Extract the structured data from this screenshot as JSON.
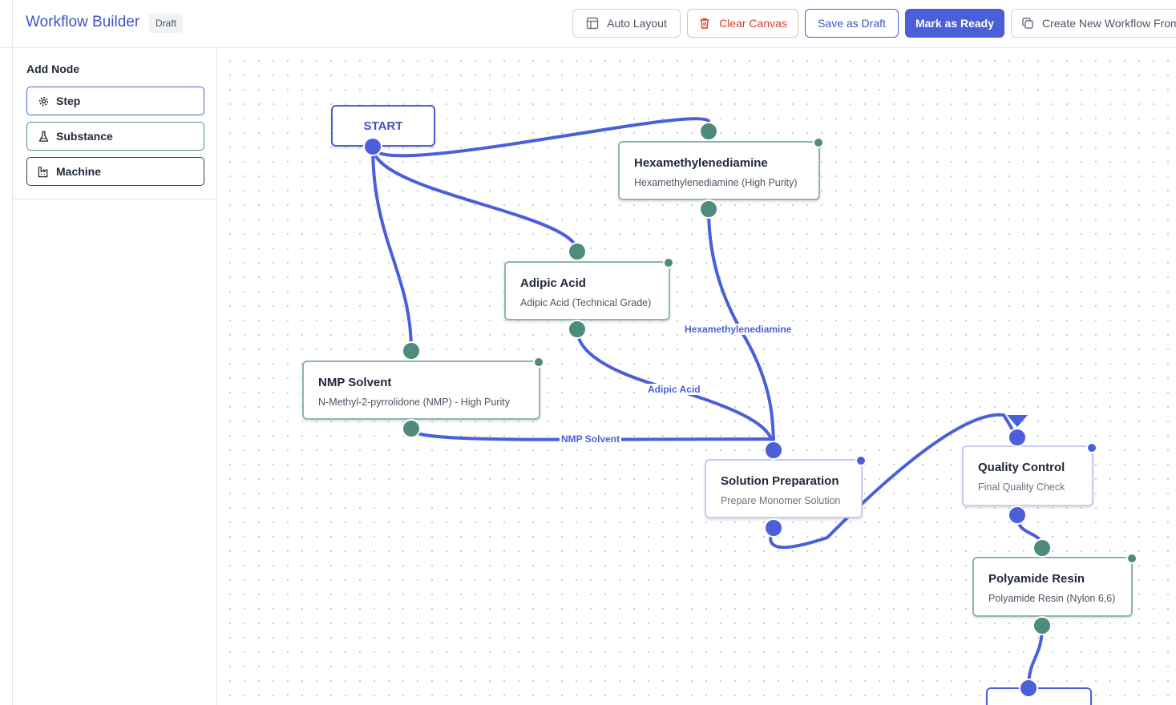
{
  "header": {
    "title": "Workflow Builder",
    "status_badge": "Draft",
    "buttons": {
      "auto_layout": "Auto Layout",
      "clear_canvas": "Clear Canvas",
      "save_draft": "Save as Draft",
      "mark_ready": "Mark as Ready",
      "create_new": "Create New Workflow From"
    }
  },
  "sidebar": {
    "title": "Add Node",
    "items": [
      {
        "label": "Step",
        "icon": "gear-icon"
      },
      {
        "label": "Substance",
        "icon": "flask-icon"
      },
      {
        "label": "Machine",
        "icon": "factory-icon"
      }
    ]
  },
  "canvas": {
    "start_label": "START",
    "nodes": {
      "hexamethylenediamine": {
        "title": "Hexamethylenediamine",
        "subtitle": "Hexamethylenediamine (High Purity)",
        "kind": "substance"
      },
      "adipic_acid": {
        "title": "Adipic Acid",
        "subtitle": "Adipic Acid (Technical Grade)",
        "kind": "substance"
      },
      "nmp_solvent": {
        "title": "NMP Solvent",
        "subtitle": "N-Methyl-2-pyrrolidone (NMP) - High Purity",
        "kind": "substance"
      },
      "solution_preparation": {
        "title": "Solution Preparation",
        "subtitle": "Prepare Monomer Solution",
        "kind": "step"
      },
      "quality_control": {
        "title": "Quality Control",
        "subtitle": "Final Quality Check",
        "kind": "step"
      },
      "polyamide_resin": {
        "title": "Polyamide Resin",
        "subtitle": "Polyamide Resin (Nylon 6,6)",
        "kind": "substance"
      }
    },
    "edge_labels": {
      "hexamethylenediamine": "Hexamethylenediamine",
      "adipic_acid": "Adipic Acid",
      "nmp_solvent": "NMP Solvent"
    }
  },
  "colors": {
    "accent": "#4a5fd9",
    "substance": "#4d8c7c",
    "danger": "#d93f2c"
  }
}
